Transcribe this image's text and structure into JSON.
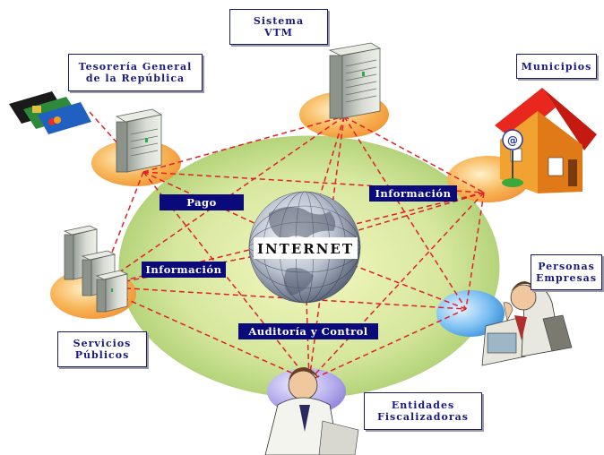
{
  "nodes": {
    "sistema": {
      "line1": "Sistema",
      "line2": "VTM"
    },
    "tesoreria": {
      "line1": "Tesorería General",
      "line2": "de la República"
    },
    "municipios": {
      "line1": "Municipios"
    },
    "personas": {
      "line1": "Personas",
      "line2": "Empresas"
    },
    "servicios": {
      "line1": "Servicios",
      "line2": "Públicos"
    },
    "entidades": {
      "line1": "Entidades",
      "line2": "Fiscalizadoras"
    }
  },
  "hub": {
    "label": "INTERNET"
  },
  "edge_labels": {
    "pago": "Pago",
    "informacion_right": "Información",
    "informacion_left": "Información",
    "auditoria": "Auditoría y Control"
  },
  "colors": {
    "ellipse": "#cfe09a",
    "connector": "#e0202a",
    "label_fill": "#0a0a7a",
    "label_border": "#1a1a66",
    "node_disc": "#f5a84a"
  }
}
